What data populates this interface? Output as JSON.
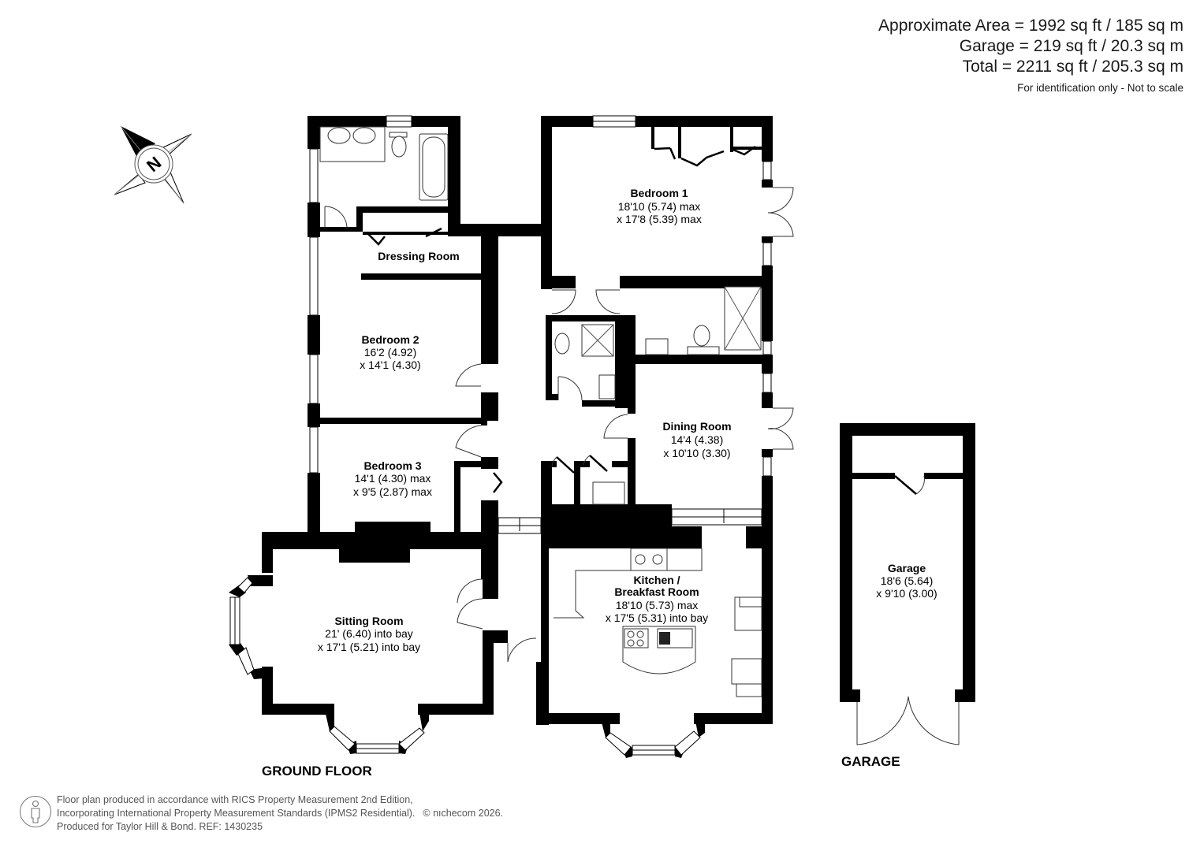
{
  "area_summary": {
    "approx_area": "Approximate Area = 1992 sq ft / 185 sq m",
    "garage_area": "Garage = 219 sq ft / 20.3 sq m",
    "total_area": "Total = 2211 sq ft / 205.3 sq m",
    "note": "For identification only - Not to scale"
  },
  "compass": {
    "icon": "north-compass-icon",
    "label": "N"
  },
  "rooms": {
    "dressing_room": {
      "name": "Dressing Room"
    },
    "bedroom1": {
      "name": "Bedroom 1",
      "dim1": "18'10 (5.74) max",
      "dim2": "x 17'8 (5.39) max"
    },
    "bedroom2": {
      "name": "Bedroom 2",
      "dim1": "16'2 (4.92)",
      "dim2": "x 14'1 (4.30)"
    },
    "bedroom3": {
      "name": "Bedroom 3",
      "dim1": "14'1 (4.30) max",
      "dim2": "x 9'5 (2.87) max"
    },
    "dining_room": {
      "name": "Dining Room",
      "dim1": "14'4 (4.38)",
      "dim2": "x 10'10 (3.30)"
    },
    "sitting_room": {
      "name": "Sitting Room",
      "dim1": "21' (6.40) into bay",
      "dim2": "x 17'1 (5.21) into bay"
    },
    "kitchen": {
      "name1": "Kitchen /",
      "name2": "Breakfast Room",
      "dim1": "18'10 (5.73) max",
      "dim2": "x 17'5 (5.31) into bay"
    },
    "garage": {
      "name": "Garage",
      "dim1": "18'6 (5.64)",
      "dim2": "x 9'10 (3.00)"
    }
  },
  "floor_labels": {
    "ground_floor": "GROUND FLOOR",
    "garage": "GARAGE"
  },
  "footer": {
    "icon": "person-icon",
    "line1": "Floor plan produced in accordance with RICS Property Measurement 2nd Edition,",
    "line2": "Incorporating International Property Measurement Standards (IPMS2 Residential).",
    "copyright": "© nıchecom 2026.",
    "line3": "Produced for Taylor Hill & Bond.   REF: 1430235"
  },
  "colors": {
    "wall": "#000000",
    "background": "#ffffff",
    "footer_text": "#555555"
  }
}
